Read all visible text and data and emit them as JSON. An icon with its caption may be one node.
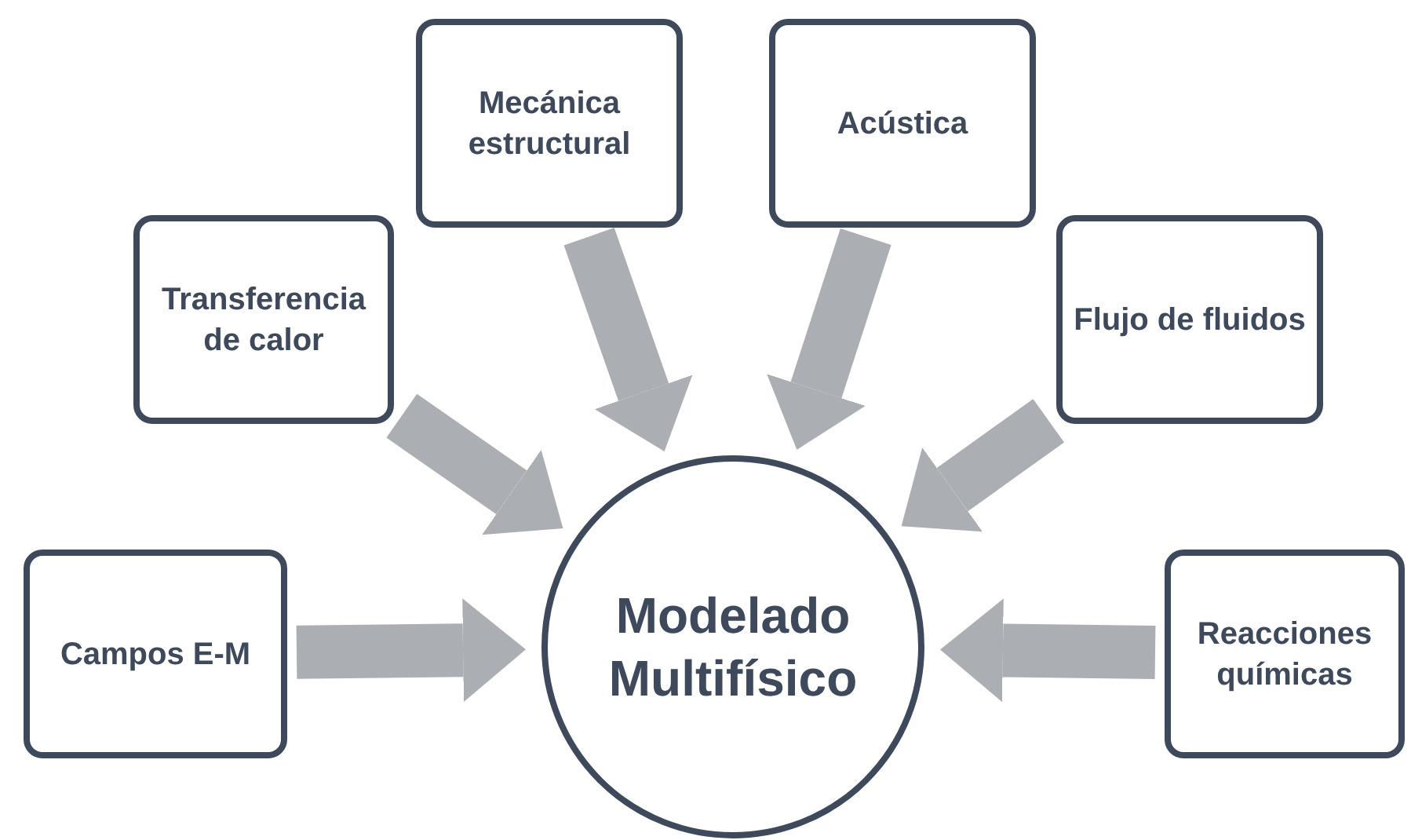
{
  "diagram": {
    "nodes": [
      {
        "text": [
          "Campos E-M"
        ]
      },
      {
        "text": [
          "Transferencia de calor"
        ]
      },
      {
        "text": [
          "Mecánica estructural"
        ]
      },
      {
        "text": [
          "Acústica"
        ]
      },
      {
        "text": [
          "Flujo de fluidos"
        ]
      },
      {
        "text": [
          "Reacciones químicas"
        ]
      },
      {
        "text": [
          "Modelado Multifísico"
        ]
      }
    ],
    "edges": [
      {
        "from": 0,
        "to": 6,
        "arrow": "to"
      },
      {
        "from": 1,
        "to": 6,
        "arrow": "to"
      },
      {
        "from": 2,
        "to": 6,
        "arrow": "to"
      },
      {
        "from": 3,
        "to": 6,
        "arrow": "to"
      },
      {
        "from": 4,
        "to": 6,
        "arrow": "to"
      },
      {
        "from": 5,
        "to": 6,
        "arrow": "to"
      }
    ]
  }
}
